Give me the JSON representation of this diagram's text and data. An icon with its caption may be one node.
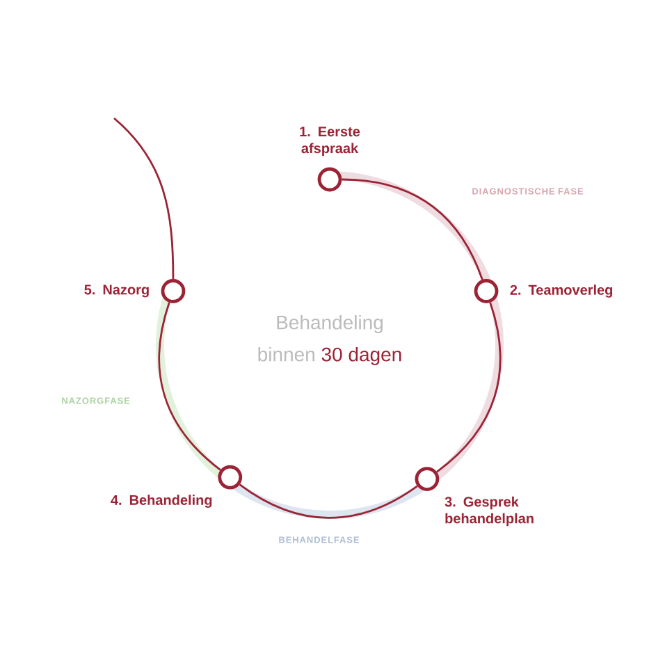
{
  "diagram": {
    "nodes": [
      {
        "text": [
          "1. Eerste afspraak"
        ]
      },
      {
        "text": [
          "2. Teamoverleg"
        ]
      },
      {
        "text": [
          "3. Gesprek behandelplan"
        ]
      },
      {
        "text": [
          "4. Behandeling"
        ]
      },
      {
        "text": [
          "5. Nazorg"
        ]
      }
    ],
    "edges": [
      {
        "from": 0,
        "to": 1,
        "arrow": "none"
      },
      {
        "from": 1,
        "to": 2,
        "arrow": "none"
      },
      {
        "from": 2,
        "to": 3,
        "arrow": "none"
      },
      {
        "from": 3,
        "to": 4,
        "arrow": "none"
      },
      {
        "from": null,
        "to": 4,
        "arrow": "none"
      }
    ],
    "labels": [
      "DIAGNOSTISCHE FASE",
      "Behandeling",
      "binnen",
      "30 dagen",
      "NAZORGFASE",
      "BEHANDELFASE"
    ]
  }
}
